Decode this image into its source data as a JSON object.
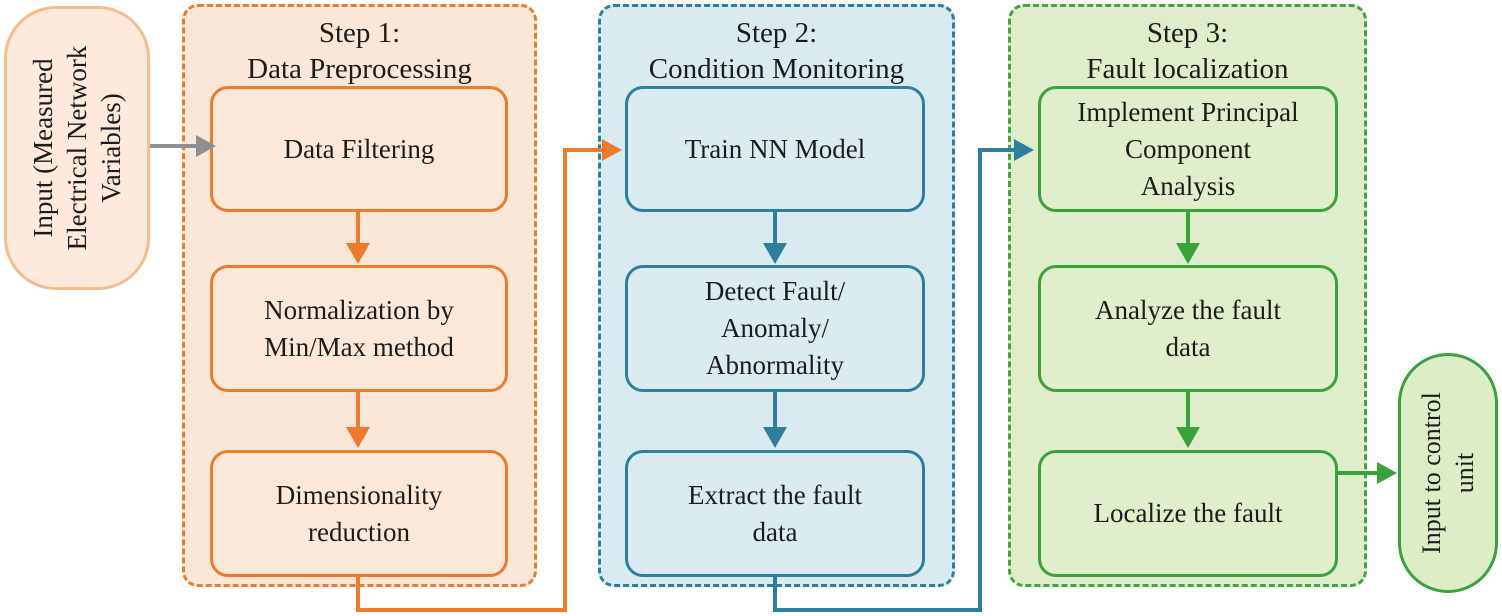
{
  "diagram": {
    "input_node": {
      "label": "Input (Measured\nElectrical Network\nVariables)"
    },
    "output_node": {
      "label": "Input to control\nunit"
    },
    "steps": [
      {
        "title": "Step 1:\nData Preprocessing",
        "boxes": [
          "Data Filtering",
          "Normalization by\nMin/Max method",
          "Dimensionality\nreduction"
        ]
      },
      {
        "title": "Step 2:\nCondition Monitoring",
        "boxes": [
          "Train NN Model",
          "Detect Fault/\nAnomaly/\nAbnormality",
          "Extract the fault\ndata"
        ]
      },
      {
        "title": "Step 3:\nFault localization",
        "boxes": [
          "Implement Principal\nComponent\nAnalysis",
          "Analyze the fault\ndata",
          "Localize the fault"
        ]
      }
    ],
    "colors": {
      "orange_accent": "#ee7b2c",
      "orange_panel_fill": "#fbe7d7",
      "input_pill_border": "#f5bd8e",
      "input_pill_fill": "#fdeadc",
      "teal_accent": "#2e7f9e",
      "teal_panel_fill": "#d9eaf1",
      "green_accent": "#3aa23c",
      "green_panel_fill": "#dfedca",
      "gray_arrow": "#8f8f8f",
      "text": "#1c1c1c"
    }
  }
}
